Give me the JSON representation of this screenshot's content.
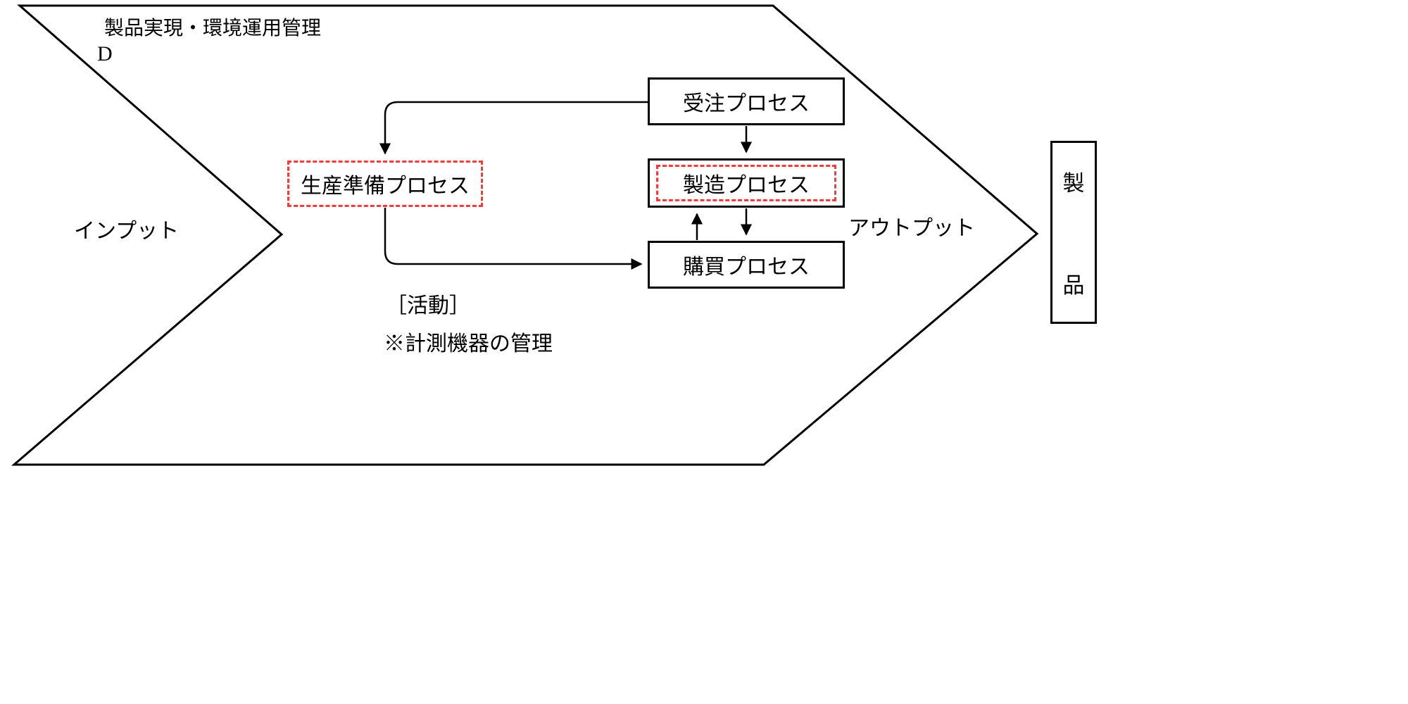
{
  "diagram": {
    "title": "製品実現・環境運用管理",
    "phase_label": "D",
    "input_label": "インプット",
    "output_label": "アウトプット",
    "activity_header": "［活動］",
    "activity_note": "※計測機器の管理",
    "boxes": {
      "order": "受注プロセス",
      "production_prep": "生産準備プロセス",
      "manufacturing": "製造プロセス",
      "purchasing": "購買プロセス"
    },
    "product_label_chars": {
      "first": "製",
      "second": "品"
    },
    "connections": [
      "受注プロセス → 生産準備プロセス",
      "受注プロセス → 製造プロセス",
      "製造プロセス → 購買プロセス",
      "購買プロセス → 製造プロセス",
      "生産準備プロセス → 購買プロセス"
    ],
    "colors": {
      "line": "#000000",
      "highlight_red": "#f43b3b",
      "background": "#ffffff"
    }
  }
}
